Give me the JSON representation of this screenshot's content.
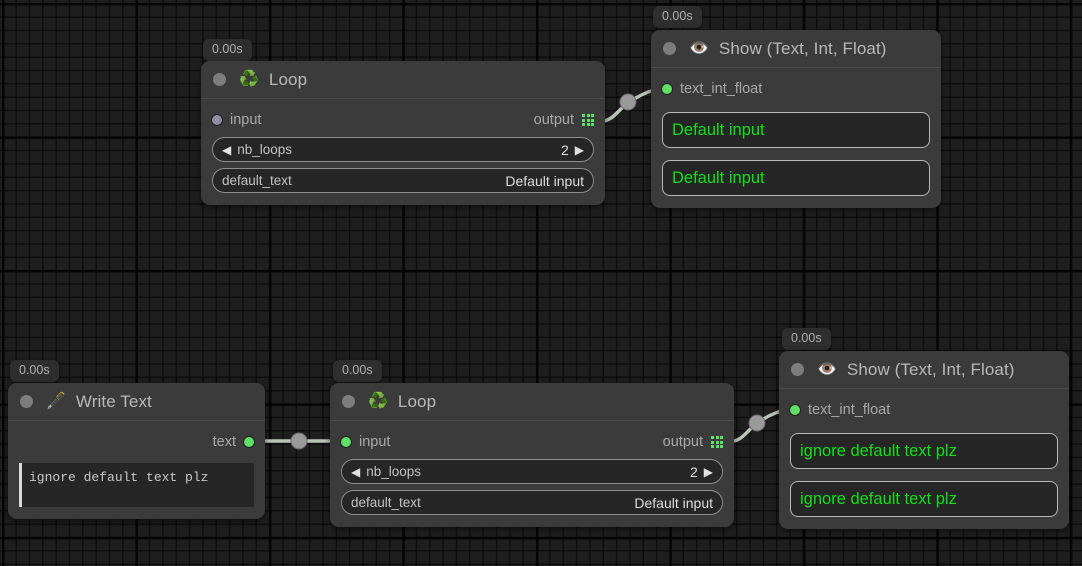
{
  "app": {
    "canvas_background": "#1e1e1e",
    "accent_green": "#5ee066",
    "value_green": "#12e016"
  },
  "nodes": [
    {
      "id": "loop-top",
      "title": "Loop",
      "icon": "recycle-icon",
      "icon_glyph": "♻️",
      "time_badge": "0.00s",
      "input_label": "input",
      "input_connected": false,
      "output_label": "output",
      "fields": [
        {
          "name": "nb_loops",
          "value": "2",
          "stepper": true,
          "left_arrow": "◀",
          "right_arrow": "▶"
        },
        {
          "name": "default_text",
          "value": "Default input",
          "stepper": false
        }
      ]
    },
    {
      "id": "show-top",
      "title": "Show (Text, Int, Float)",
      "icon": "eye-icon",
      "icon_glyph": "👁️",
      "time_badge": "0.00s",
      "input_label": "text_int_float",
      "input_connected": true,
      "outputs": [
        "Default input",
        "Default input"
      ]
    },
    {
      "id": "write-text",
      "title": "Write Text",
      "icon": "fountain-pen-icon",
      "icon_glyph": "🖋️",
      "time_badge": "0.00s",
      "output_label": "text",
      "text_value": "ignore default text plz"
    },
    {
      "id": "loop-bottom",
      "title": "Loop",
      "icon": "recycle-icon",
      "icon_glyph": "♻️",
      "time_badge": "0.00s",
      "input_label": "input",
      "input_connected": true,
      "output_label": "output",
      "fields": [
        {
          "name": "nb_loops",
          "value": "2",
          "stepper": true,
          "left_arrow": "◀",
          "right_arrow": "▶"
        },
        {
          "name": "default_text",
          "value": "Default input",
          "stepper": false
        }
      ]
    },
    {
      "id": "show-bottom",
      "title": "Show (Text, Int, Float)",
      "icon": "eye-icon",
      "icon_glyph": "👁️",
      "time_badge": "0.00s",
      "input_label": "text_int_float",
      "input_connected": true,
      "outputs": [
        "ignore default text plz",
        "ignore default text plz"
      ]
    }
  ]
}
